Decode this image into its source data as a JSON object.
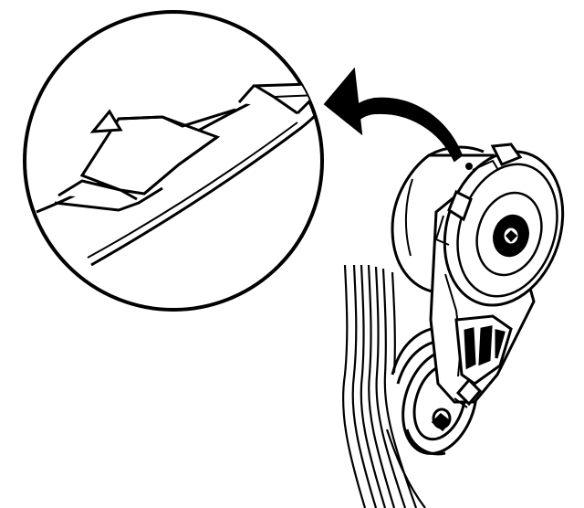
{
  "figure": {
    "line_color": "#000000",
    "background_color": "#ffffff",
    "detail_view": {
      "marker": "triangle-alignment-mark"
    },
    "callout": {
      "icon": "curved-arrow-icon"
    },
    "parts": [
      "belt-tensioner-pulley",
      "idler-pulley",
      "drive-belt"
    ]
  }
}
